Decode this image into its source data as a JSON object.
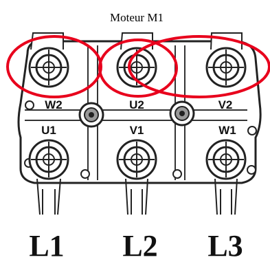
{
  "title": "Moteur M1",
  "terminals": {
    "top": [
      "W2",
      "U2",
      "V2"
    ],
    "bottom": [
      "U1",
      "V1",
      "W1"
    ]
  },
  "lines": [
    "L1",
    "L2",
    "L3"
  ],
  "highlight_color": "#e8001c",
  "line_color": "#1a1a1a"
}
